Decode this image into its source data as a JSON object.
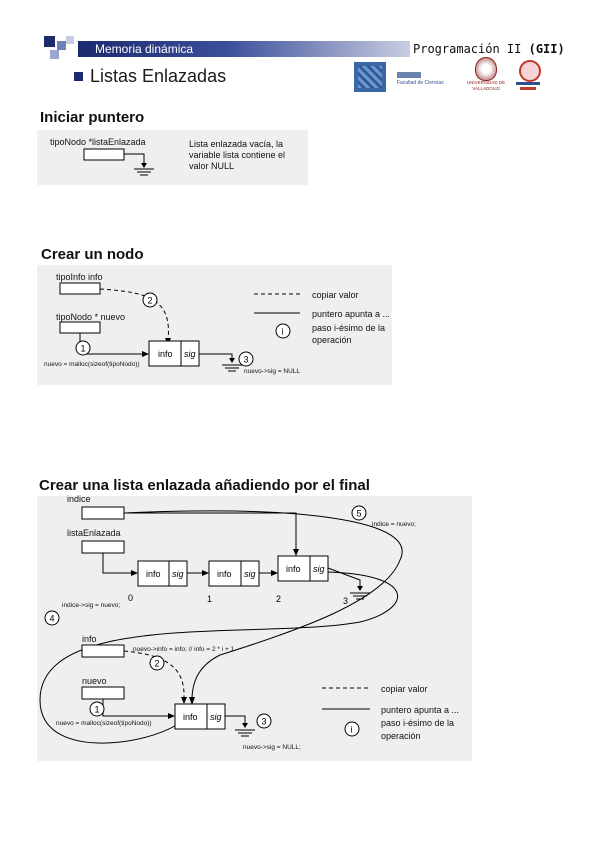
{
  "header": {
    "title": "Memoria dinámica",
    "course": "Programación II",
    "course_tag": "(GII)",
    "subtitle": "Listas Enlazadas"
  },
  "logos": {
    "faculty_name": "Facultad de Ciencias",
    "university_name": "UNIVERSIDAD DE VALLADOLID"
  },
  "section1": {
    "title": "Iniciar puntero",
    "var_label": "tipoNodo *listaEnlazada",
    "note_line1": "Lista enlazada vacía, la",
    "note_line2": "variable lista contiene el",
    "note_line3": "valor NULL"
  },
  "section2": {
    "title": "Crear un nodo",
    "info_label": "tipoInfo info",
    "nuevo_label": "tipoNodo * nuevo",
    "node_info": "info",
    "node_sig": "sig",
    "step1": "1",
    "step2": "2",
    "step3": "3",
    "malloc": "nuevo = malloc(sizeof(tipoNodo))",
    "sig_null": "nuevo->sig = NULL",
    "legend_copy": "copiar valor",
    "legend_point": "puntero apunta a ...",
    "legend_i": "i",
    "legend_step1": "paso i-ésimo de la",
    "legend_step2": "operación"
  },
  "section3": {
    "title": "Crear una lista enlazada añadiendo por el final",
    "indice_label": "indice",
    "lista_label": "listaEnlazada",
    "node_info": "info",
    "node_sig": "sig",
    "idx0": "0",
    "idx1": "1",
    "idx2": "2",
    "idx3": "3",
    "step5": "5",
    "indice_nuevo": "indice = nuevo;",
    "step4": "4",
    "indice_sig": "indice->sig = nuevo;",
    "info_label": "info",
    "info_assign": "nuevo->info = info; // info = 2 * i + 1",
    "step2": "2",
    "nuevo_label": "nuevo",
    "step1": "1",
    "malloc": "nuevo = malloc(sizeof(tipoNodo))",
    "step3": "3",
    "sig_null": "nuevo->sig = NULL;",
    "legend_copy": "copiar valor",
    "legend_point": "puntero apunta a ...",
    "legend_i": "i",
    "legend_step1": "paso i-ésimo de la",
    "legend_step2": "operación"
  }
}
